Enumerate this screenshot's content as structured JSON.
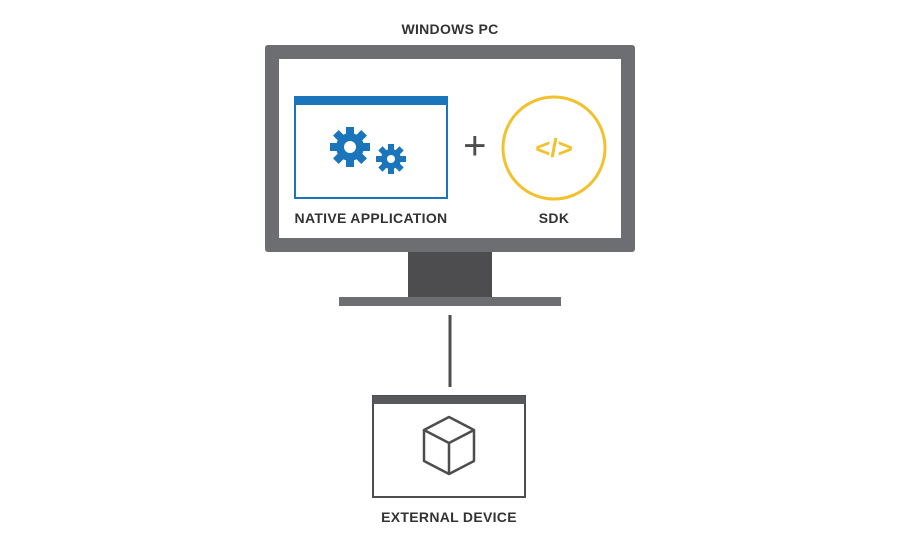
{
  "pc": {
    "title": "WINDOWS PC"
  },
  "native_app": {
    "label": "NATIVE APPLICATION"
  },
  "plus": {
    "symbol": "+"
  },
  "sdk": {
    "label": "SDK",
    "code_symbol": "</>"
  },
  "device": {
    "label": "EXTERNAL DEVICE"
  },
  "icons": {
    "app": "gears-icon",
    "sdk": "code-icon",
    "device": "cube-icon"
  },
  "colors": {
    "monitor": "#6d6e71",
    "stand": "#4d4d4f",
    "screen": "#ffffff",
    "app_blue": "#1b75bb",
    "sdk_yellow": "#f2c12e",
    "text": "#333333",
    "device_dark": "#4d4d4f",
    "device_bar": "#58595b"
  }
}
